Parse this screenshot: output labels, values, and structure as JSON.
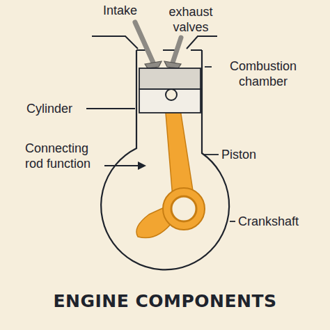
{
  "diagram": {
    "title": "ENGINE COMPONENTS",
    "labels": [
      "Intake",
      "exhaust valves",
      "Combustion chamber",
      "Cylinder",
      "Connecting rod function",
      "Piston",
      "Crankshaft"
    ]
  }
}
